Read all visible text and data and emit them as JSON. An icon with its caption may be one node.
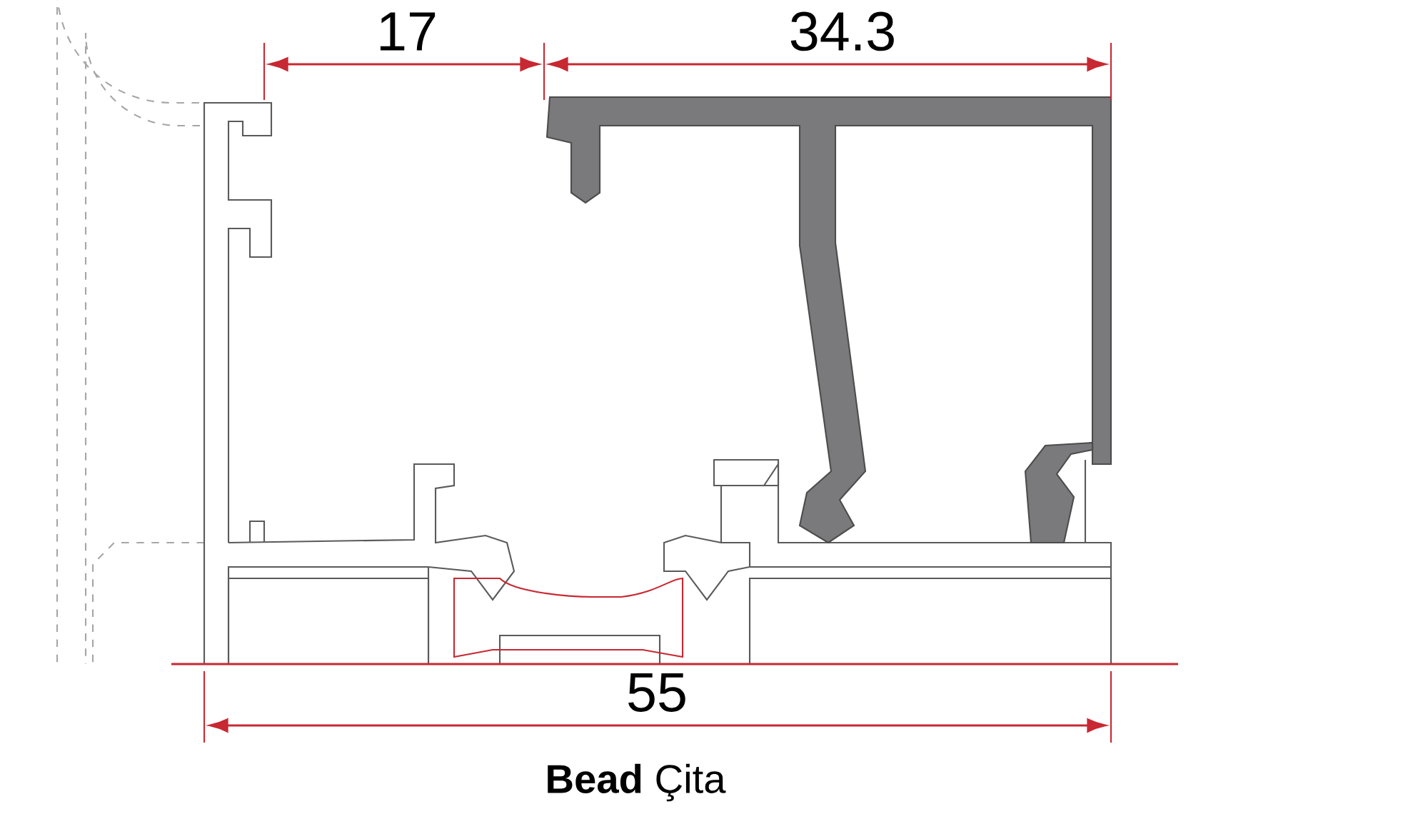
{
  "diagram": {
    "caption": "**Bead** Çita",
    "labels": [
      "17",
      "34.3",
      "55"
    ]
  }
}
